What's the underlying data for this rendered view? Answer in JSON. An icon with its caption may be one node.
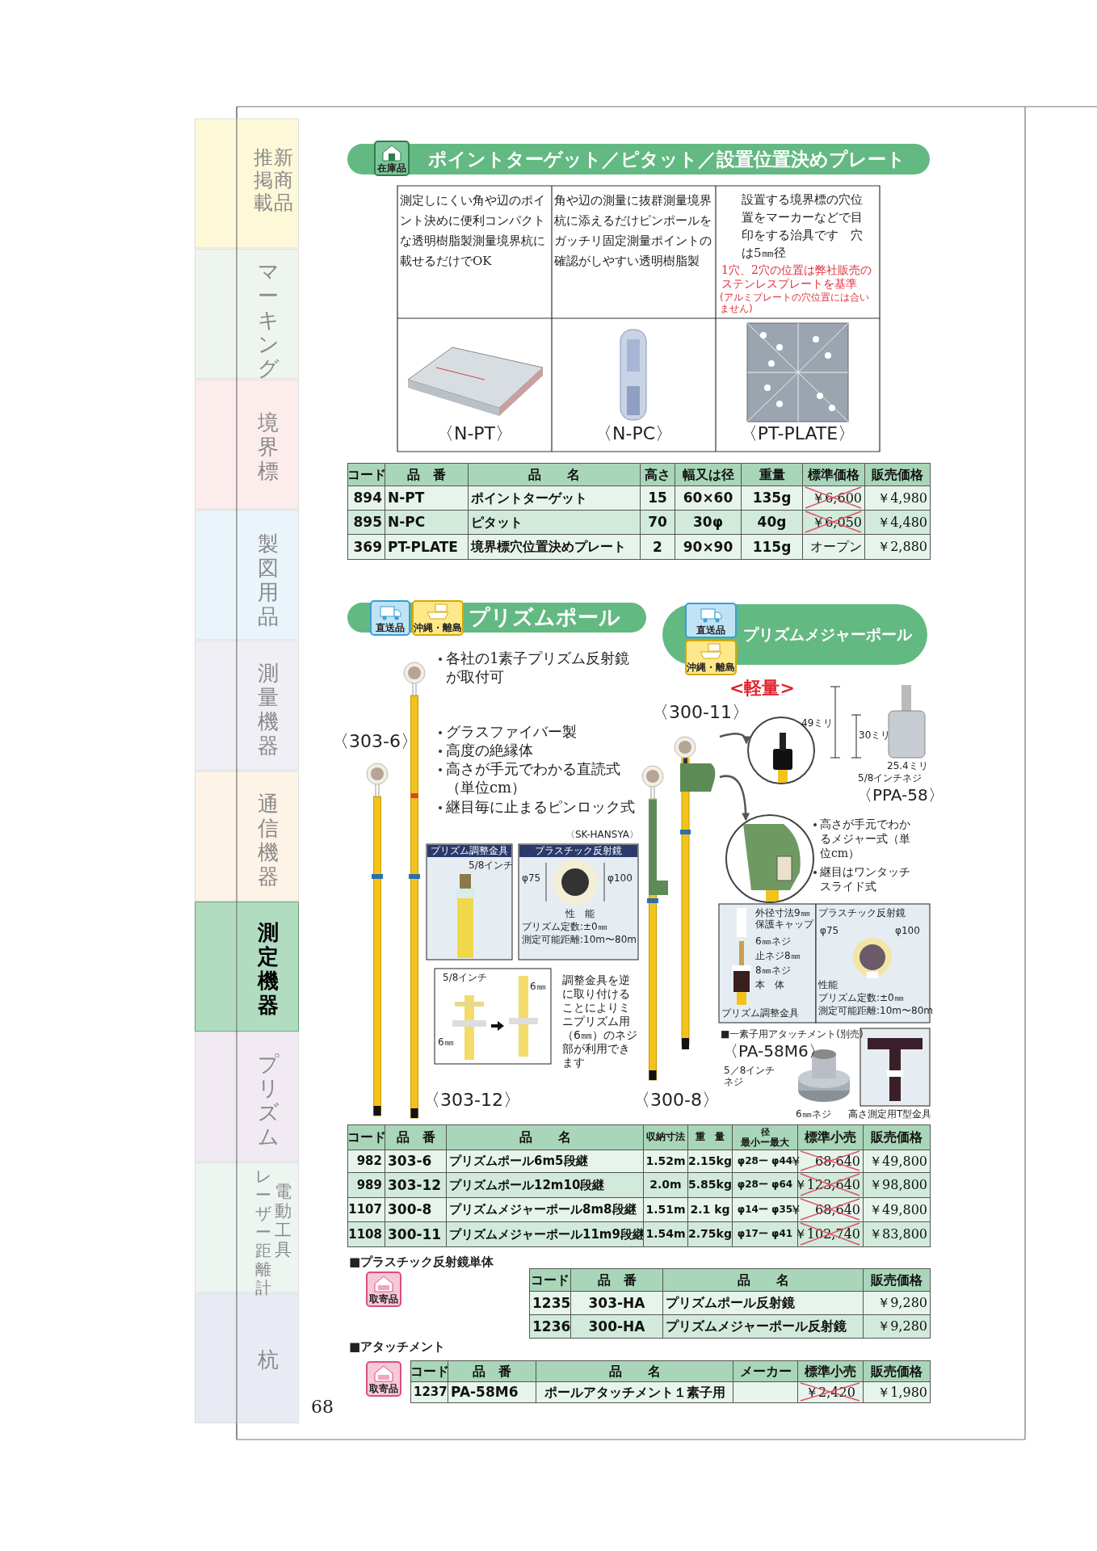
{
  "diagram": {
    "nodes": [
      {
        "text": [
          "ポイントターゲット／ピタット／設置位置決めプレート"
        ]
      },
      {
        "text": [
          "プリズムポール"
        ]
      },
      {
        "text": [
          "プリズムメジャーポール"
        ]
      },
      {
        "text": [],
        "shape": "picture"
      },
      {
        "text": [],
        "shape": "picture"
      },
      {
        "text": [],
        "shape": "picture"
      }
    ],
    "edges": [
      {
        "from": 3,
        "to": 4,
        "arrow": "to"
      },
      {
        "from": 3,
        "to": 5,
        "arrow": "to"
      }
    ],
    "labels": [
      "推掲載",
      "新商品",
      "マーキング",
      "境界標",
      "製図用品",
      "測量機器",
      "通信機器",
      "測定機器",
      "プリズム",
      "レーザー距離計",
      "電動工具",
      "杭",
      "68",
      "在庫品",
      "測定しにくい角や辺のポイント決めに便利コンパクトな透明樹脂製測量境界杭に載せるだけでOK",
      "角や辺の測量に抜群測量境界杭に添えるだけピンポールをガッチリ固定測量ポイントの確認がしやすい透明樹脂製",
      "設置する境界標の穴位置をマーカーなどで目印をする治具です　穴は5㎜径",
      "1穴、2穴の位置は弊社販売のステンレスプレートを基準",
      "(アルミプレートの穴位置には合いません)",
      "〈N-PT〉",
      "〈N-PC〉",
      "〈PT-PLATE〉",
      "コード",
      "品　番",
      "品　　名",
      "高さ",
      "幅又は径",
      "重量",
      "標準価格",
      "販売価格",
      "894",
      "N-PT",
      "ポイントターゲット",
      "15",
      "60×60",
      "135g",
      "￥6,600",
      "￥4,980",
      "895",
      "N-PC",
      "ピタット",
      "70",
      "30φ",
      "40g",
      "￥6,050",
      "￥4,480",
      "369",
      "PT-PLATE",
      "境界標穴位置決めプレート",
      "2",
      "90×90",
      "115g",
      "オープン",
      "￥2,880",
      "直送品",
      "沖縄・離島",
      "直送品",
      "沖縄・離島",
      "各社の1素子プリズム反射鏡が取付可",
      "グラスファイバー製",
      "高度の絶縁体",
      "高さが手元でわかる直読式（単位cm）",
      "継目毎に止まるピンロック式",
      "〈303-6〉",
      "〈303-12〉",
      "〈SK-HANSYA〉",
      "プリズム調整金具",
      "5/8インチ",
      "プラスチック反射鏡",
      "φ75",
      "φ100",
      "性　能",
      "プリズム定数:±0㎜",
      "測定可能距離:10m〜80m",
      "5/8インチ",
      "6㎜",
      "6㎜",
      "調整金具を逆に取り付けることによりミニプリズム用（6㎜）のネジ部が利用できます",
      "<軽量>",
      "〈300-11〉",
      "〈300-8〉",
      "49ミリ",
      "30ミリ",
      "25.4ミリ",
      "5/8インチネジ",
      "〈PPA-58〉",
      "高さが手元でわかるメジャー式（単位cm）",
      "継目はワンタッチスライド式",
      "外径寸法9㎜保護キャップ",
      "6㎜ネジ",
      "止ネジ8㎜",
      "8㎜ネジ",
      "本　体",
      "プリズム調整金具",
      "プラスチック反射鏡",
      "φ75",
      "φ100",
      "性能",
      "プリズム定数:±0㎜",
      "測定可能距離:10m〜80m",
      "■一素子用アタッチメント(別売)",
      "〈PA-58M6〉",
      "5／8インチネジ",
      "6㎜ネジ",
      "高さ測定用T型金具",
      "コード",
      "品　番",
      "品　　名",
      "収納寸法",
      "重　量",
      "径",
      "最小ー最大",
      "標準小売",
      "販売価格",
      "982",
      "303-6",
      "プリズムポール6m5段継",
      "1.52m",
      "2.15kg",
      "φ28ー φ44",
      "￥　68,640",
      "￥49,800",
      "989",
      "303-12",
      "プリズムポール12m10段継",
      "2.0m",
      "5.85kg",
      "φ28ー φ64",
      "￥123,640",
      "￥98,800",
      "1107",
      "300-8",
      "プリズムメジャーポール8m8段継",
      "1.51m",
      "2.1 kg",
      "φ14ー φ35",
      "￥　68,640",
      "￥49,800",
      "1108",
      "300-11",
      "プリズムメジャーポール11m9段継",
      "1.54m",
      "2.75kg",
      "φ17ー φ41",
      "￥102,740",
      "￥83,800",
      "■プラスチック反射鏡単体",
      "取寄品",
      "コード",
      "品　番",
      "品　　名",
      "販売価格",
      "1235",
      "303-HA",
      "プリズムポール反射鏡",
      "￥9,280",
      "1236",
      "300-HA",
      "プリズムメジャーポール反射鏡",
      "￥9,280",
      "■アタッチメント",
      "取寄品",
      "コード",
      "品　番",
      "品　　名",
      "メーカー",
      "標準小売",
      "販売価格",
      "1237",
      "PA-58M6",
      "ポールアタッチメント１素子用",
      "￥2,420",
      "￥1,980"
    ]
  }
}
